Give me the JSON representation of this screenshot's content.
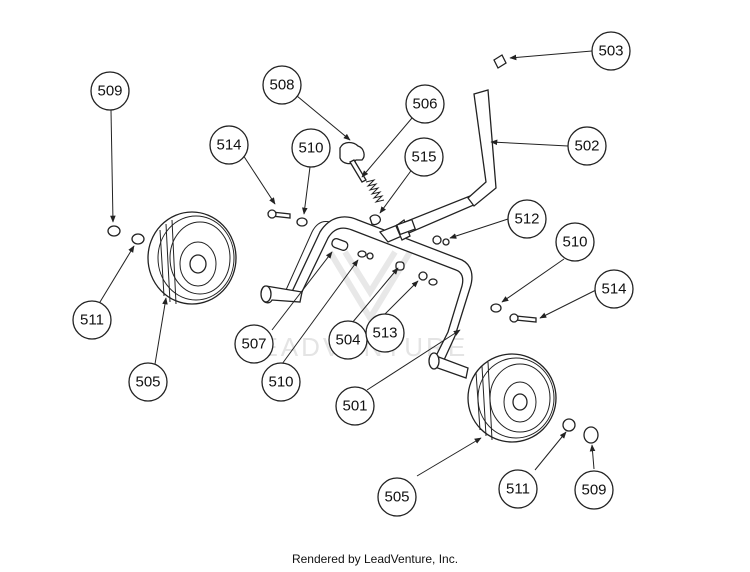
{
  "watermark": "LEADVENTURE",
  "footer": "Rendered by LeadVenture, Inc.",
  "callouts": [
    {
      "id": "c509a",
      "label": "509"
    },
    {
      "id": "c508",
      "label": "508"
    },
    {
      "id": "c506",
      "label": "506"
    },
    {
      "id": "c503",
      "label": "503"
    },
    {
      "id": "c502",
      "label": "502"
    },
    {
      "id": "c514a",
      "label": "514"
    },
    {
      "id": "c510a",
      "label": "510"
    },
    {
      "id": "c515",
      "label": "515"
    },
    {
      "id": "c512",
      "label": "512"
    },
    {
      "id": "c510b",
      "label": "510"
    },
    {
      "id": "c514b",
      "label": "514"
    },
    {
      "id": "c511a",
      "label": "511"
    },
    {
      "id": "c507",
      "label": "507"
    },
    {
      "id": "c504",
      "label": "504"
    },
    {
      "id": "c513",
      "label": "513"
    },
    {
      "id": "c505a",
      "label": "505"
    },
    {
      "id": "c510c",
      "label": "510"
    },
    {
      "id": "c501",
      "label": "501"
    },
    {
      "id": "c505b",
      "label": "505"
    },
    {
      "id": "c511b",
      "label": "511"
    },
    {
      "id": "c509b",
      "label": "509"
    }
  ]
}
